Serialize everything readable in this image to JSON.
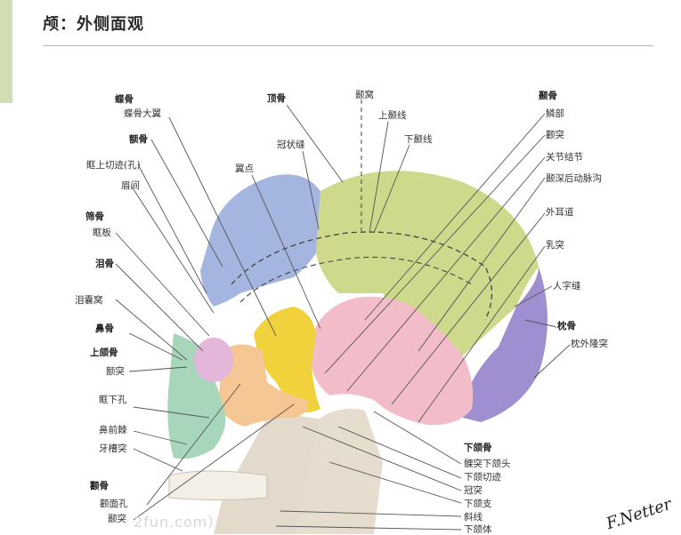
{
  "page": {
    "title": "颅：外侧面观"
  },
  "colors": {
    "accent": "#d2ddb3",
    "frontal": "#a4b6e0",
    "parietal": "#cfd98c",
    "temporal": "#f2bcc8",
    "sphenoid": "#f2d23c",
    "zygomatic": "#f5c794",
    "maxilla": "#a8d6bb",
    "occipital": "#9f8fd0",
    "mandible": "#e4dacb",
    "lacrimal": "#e3b6da"
  },
  "labels": {
    "sphenoid": "蝶骨",
    "greater_wing": "蝶骨大翼",
    "frontal": "额骨",
    "supraorbital_notch": "眶上切迹(孔)",
    "glabella": "眉间",
    "ethmoid": "筛骨",
    "orbital_plate": "眶板",
    "lacrimal": "泪骨",
    "lacrimal_fossa": "泪囊窝",
    "nasal": "鼻骨",
    "maxilla": "上颌骨",
    "frontal_process": "额突",
    "infraorbital_foramen": "眶下孔",
    "anterior_nasal_spine": "鼻前棘",
    "alveolar_process": "牙槽突",
    "zygomatic": "颧骨",
    "zygomaticofacial_foramen": "颧面孔",
    "zygomatic_process_bottom": "颞突",
    "parietal": "顶骨",
    "coronal_suture": "冠状缝",
    "pterion": "翼点",
    "temporal_fossa": "颞窝",
    "superior_temporal_line": "上颞线",
    "inferior_temporal_line": "下颞线",
    "temporal": "颞骨",
    "squamous_part": "鳞部",
    "zygomatic_process": "颧突",
    "articular_tubercle": "关节结节",
    "groove_middle_temporal_artery": "颞深后动脉沟",
    "external_acoustic_meatus": "外耳道",
    "mastoid_process": "乳突",
    "lambdoid_suture": "人字缝",
    "occipital": "枕骨",
    "external_occipital_protuberance": "枕外隆突",
    "mandible": "下颌骨",
    "condylar_process": "髁突下颌头",
    "mandibular_notch": "下颌切迹",
    "coronoid_process": "冠突",
    "ramus": "下颌支",
    "oblique_line": "斜线",
    "body": "下颌体"
  },
  "watermark": "2fun.com）",
  "signature": "F.Netter"
}
